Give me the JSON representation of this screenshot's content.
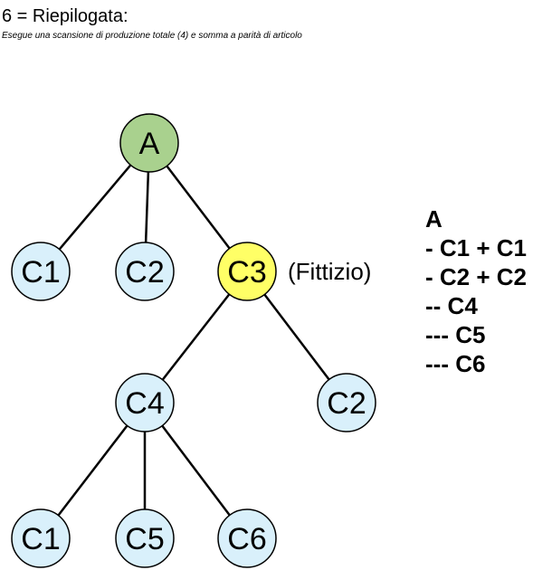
{
  "header": {
    "title": "6 = Riepilogata:",
    "subtitle": "Esegue una scansione di produzione totale (4) e somma a parità di articolo"
  },
  "colors": {
    "root_fill": "#a9d18e",
    "phantom_fill": "#ffff66",
    "node_fill": "#d9f0fb",
    "stroke": "#000000"
  },
  "tree": {
    "nodes": [
      {
        "id": "a",
        "label": "A",
        "kind": "root"
      },
      {
        "id": "c1-top",
        "label": "C1",
        "kind": "normal"
      },
      {
        "id": "c2-top",
        "label": "C2",
        "kind": "normal"
      },
      {
        "id": "c3",
        "label": "C3",
        "kind": "phantom"
      },
      {
        "id": "c4",
        "label": "C4",
        "kind": "normal"
      },
      {
        "id": "c2-sub",
        "label": "C2",
        "kind": "normal"
      },
      {
        "id": "c1-sub",
        "label": "C1",
        "kind": "normal"
      },
      {
        "id": "c5",
        "label": "C5",
        "kind": "normal"
      },
      {
        "id": "c6",
        "label": "C6",
        "kind": "normal"
      }
    ],
    "edges": [
      [
        "a",
        "c1-top"
      ],
      [
        "a",
        "c2-top"
      ],
      [
        "a",
        "c3"
      ],
      [
        "c3",
        "c4"
      ],
      [
        "c3",
        "c2-sub"
      ],
      [
        "c4",
        "c1-sub"
      ],
      [
        "c4",
        "c5"
      ],
      [
        "c4",
        "c6"
      ]
    ],
    "phantom_note": "(Fittizio)"
  },
  "summary": {
    "lines": [
      "A",
      "- C1 + C1",
      "- C2 + C2",
      "-- C4",
      "--- C5",
      "--- C6"
    ]
  }
}
